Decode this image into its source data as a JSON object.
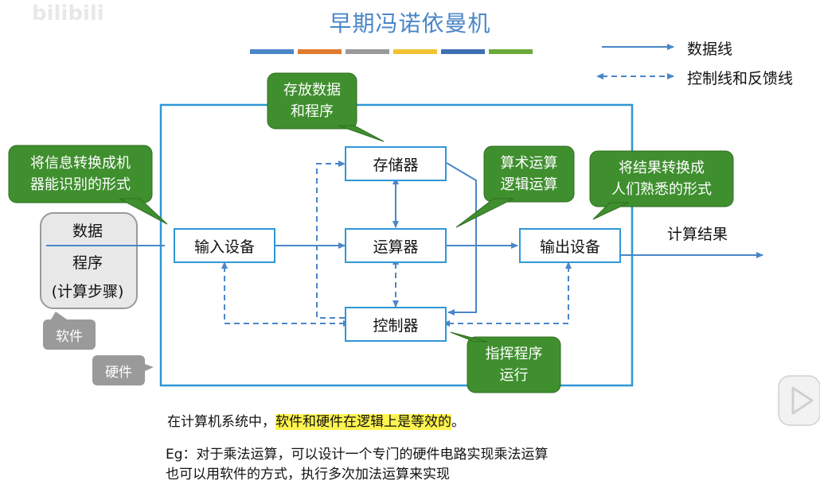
{
  "header": {
    "watermark": "bilibili",
    "title": "早期冯诺依曼机",
    "color_bar": [
      "#4a86c8",
      "#e07a2e",
      "#999999",
      "#f1c232",
      "#3c6fb3",
      "#6aaa3a"
    ]
  },
  "legend": {
    "data_line": "数据线",
    "control_line": "控制线和反馈线"
  },
  "components": {
    "memory": "存储器",
    "alu": "运算器",
    "control": "控制器",
    "input": "输入设备",
    "output": "输出设备"
  },
  "callouts": {
    "store": "存放数据\n和程序",
    "input_convert": "将信息转换成机\n器能识别的形式",
    "alu_ops": "算术运算\n逻辑运算",
    "output_convert": "将结果转换成\n人们熟悉的形式",
    "direct": "指挥程序\n运行"
  },
  "software_box": {
    "line1": "数据",
    "line2": "程序",
    "line3": "(计算步骤)"
  },
  "labels": {
    "software": "软件",
    "hardware": "硬件",
    "result": "计算结果"
  },
  "notes": {
    "line1_prefix": "在计算机系统中，",
    "line1_highlight": "软件和硬件在逻辑上是等效的",
    "line1_suffix": "。",
    "line2": "Eg：对于乘法运算，可以设计一个专门的硬件电路实现乘法运算",
    "line3": "也可以用软件的方式，执行多次加法运算来实现"
  },
  "colors": {
    "accent_blue": "#2f97d6",
    "arrow_blue": "#4a86c8",
    "callout_green": "#3f8f2e",
    "gray": "#9a9a9a",
    "highlight": "#fff44f"
  }
}
